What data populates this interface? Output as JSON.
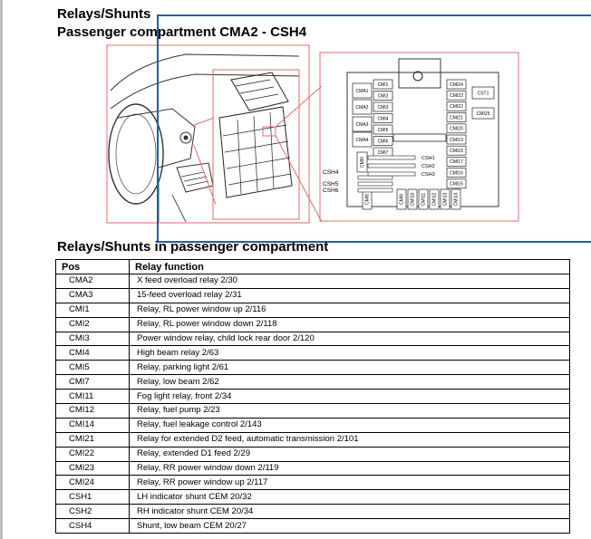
{
  "headings": {
    "section": "Relays/Shunts",
    "subtitle": "Passenger compartment CMA2 - CSH4",
    "table_title": "Relays/Shunts in passenger compartment"
  },
  "diagram": {
    "left_relays": [
      "CMA1",
      "CMA2",
      "CMA3",
      "CMA4"
    ],
    "center_col_a": [
      "CMI1",
      "CMI2",
      "CMI3",
      "CMI4",
      "CMI5",
      "CMI6",
      "CMI7"
    ],
    "right_col": [
      "CMI24",
      "CMI23",
      "CMI22",
      "CMI21",
      "CMI20",
      "CMI19",
      "CMI18",
      "CMI17",
      "CMI16",
      "CMI15"
    ],
    "far_right": [
      "CST1",
      "CMI25"
    ],
    "bottom_vertical": [
      "CMI8",
      "CMI9",
      "CMI10",
      "CMI11",
      "CMI12",
      "CMI13",
      "CMI14"
    ],
    "vertical_label": "CMI0",
    "shunt_labels_left": [
      "CSH4",
      "CSH5",
      "CSH6"
    ],
    "shunt_labels_right": [
      "CSH1",
      "CSH2",
      "CSH3"
    ]
  },
  "table": {
    "headers": {
      "pos": "Pos",
      "fn": "Relay function"
    },
    "rows": [
      {
        "pos": "CMA2",
        "fn": "X feed overload relay 2/30"
      },
      {
        "pos": "CMA3",
        "fn": "15-feed overload relay 2/31"
      },
      {
        "pos": "CMI1",
        "fn": "Relay, RL power window up 2/116"
      },
      {
        "pos": "CMI2",
        "fn": "Relay, RL power window down 2/118"
      },
      {
        "pos": "CMI3",
        "fn": "Power window relay, child lock rear door 2/120"
      },
      {
        "pos": "CMI4",
        "fn": "High beam relay 2/63"
      },
      {
        "pos": "CMI5",
        "fn": "Relay, parking light 2/61"
      },
      {
        "pos": "CMI7",
        "fn": "Relay, low beam 2/62"
      },
      {
        "pos": "CMI11",
        "fn": "Fog light relay, front 2/34"
      },
      {
        "pos": "CMI12",
        "fn": "Relay, fuel pump 2/23"
      },
      {
        "pos": "CMI14",
        "fn": "Relay, fuel leakage control 2/143"
      },
      {
        "pos": "CMI21",
        "fn": "Relay for extended D2 feed, automatic transmission 2/101"
      },
      {
        "pos": "CMI22",
        "fn": "Relay, extended D1 feed 2/29"
      },
      {
        "pos": "CMI23",
        "fn": "Relay, RR power window down 2/119"
      },
      {
        "pos": "CMI24",
        "fn": "Relay, RR power window up 2/117"
      },
      {
        "pos": "CSH1",
        "fn": "LH indicator shunt CEM 20/32"
      },
      {
        "pos": "CSH2",
        "fn": "RH indicator shunt CEM 20/34"
      },
      {
        "pos": "CSH4",
        "fn": "Shunt, low beam CEM 20/27"
      }
    ]
  }
}
